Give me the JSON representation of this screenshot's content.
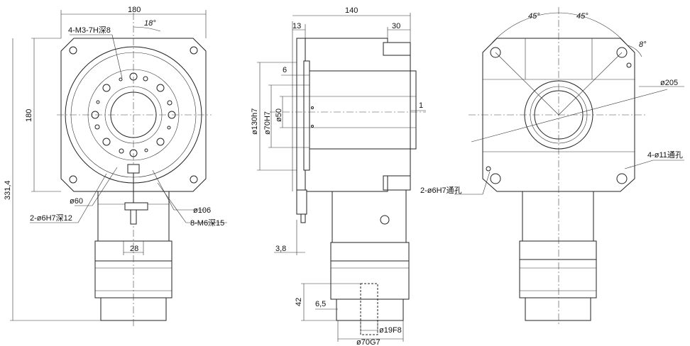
{
  "front_view": {
    "width_dim": "180",
    "height_dim": "180",
    "total_height_dim": "331,4",
    "angle_dim": "18°",
    "thread_holes_m3": "4-M3-7H深8",
    "pilot_dia": "ø60",
    "pin_holes": "2-ø6H7深12",
    "bolt_circle": "ø106",
    "thread_holes_m6": "8-M6深15",
    "slot_width": "28"
  },
  "side_view": {
    "length_dim": "140",
    "flange_thk": "13",
    "step_dim": "30",
    "spigot_dim": "6",
    "bore_dim": "1",
    "flange_dia": "ø130h7",
    "hub_dia": "ø70H7",
    "bore_dia": "ø50",
    "offset_dim": "3,8",
    "motor_len": "42",
    "shaft_step": "6,5",
    "shaft_dia": "ø19F8",
    "motor_pilot": "ø70G7"
  },
  "rear_view": {
    "angle_left": "45°",
    "angle_right": "45°",
    "angle_small": "8°",
    "pcd_dia": "ø205",
    "through_holes": "4-ø11通孔",
    "pin_through": "2-ø6H7通孔"
  }
}
